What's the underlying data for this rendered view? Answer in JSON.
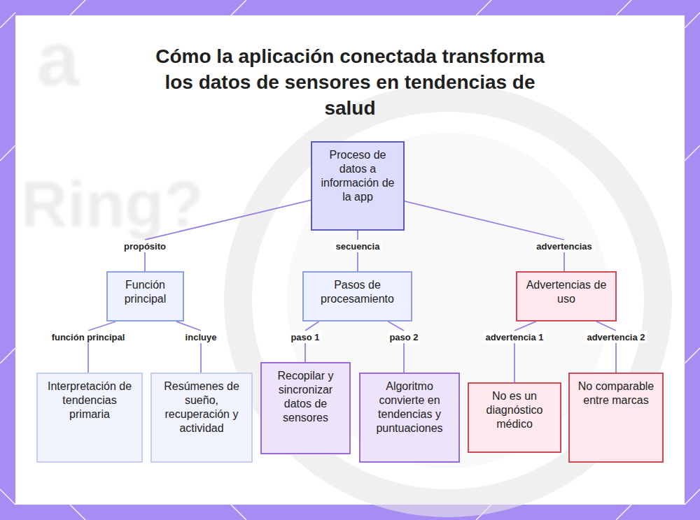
{
  "diagram": {
    "title": "Cómo la aplicación conectada transforma los datos de sensores en tendencias de salud",
    "nodes": [
      {
        "text": [
          "Proceso de datos a información de la app"
        ]
      },
      {
        "text": [
          "Función principal"
        ]
      },
      {
        "text": [
          "Pasos de procesamiento"
        ]
      },
      {
        "text": [
          "Advertencias de uso"
        ]
      },
      {
        "text": [
          "Interpretación de tendencias primaria"
        ]
      },
      {
        "text": [
          "Resúmenes de sueño, recuperación y actividad"
        ]
      },
      {
        "text": [
          "Recopilar y sincronizar datos de sensores"
        ]
      },
      {
        "text": [
          "Algoritmo convierte en tendencias y puntuaciones"
        ]
      },
      {
        "text": [
          "No es un diagnóstico médico"
        ]
      },
      {
        "text": [
          "No comparable entre marcas"
        ]
      }
    ],
    "edges": [
      {
        "from": 0,
        "to": 1,
        "label": "propósito",
        "arrow": "none"
      },
      {
        "from": 0,
        "to": 2,
        "label": "secuencia",
        "arrow": "none"
      },
      {
        "from": 0,
        "to": 3,
        "label": "advertencias",
        "arrow": "none"
      },
      {
        "from": 1,
        "to": 4,
        "label": "función principal",
        "arrow": "none"
      },
      {
        "from": 1,
        "to": 5,
        "label": "incluye",
        "arrow": "none"
      },
      {
        "from": 2,
        "to": 6,
        "label": "paso 1",
        "arrow": "none"
      },
      {
        "from": 2,
        "to": 7,
        "label": "paso 2",
        "arrow": "none"
      },
      {
        "from": 3,
        "to": 8,
        "label": "advertencia 1",
        "arrow": "none"
      },
      {
        "from": 3,
        "to": 9,
        "label": "advertencia 2",
        "arrow": "none"
      }
    ],
    "labels": [
      "a",
      "Ring?"
    ]
  }
}
